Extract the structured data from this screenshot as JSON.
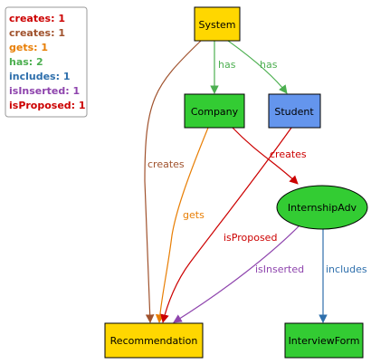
{
  "legend": {
    "items": [
      {
        "text": "creates: 1",
        "color": "#cc0000"
      },
      {
        "text": "creates: 1",
        "color": "#a0522d"
      },
      {
        "text": "gets: 1",
        "color": "#e87e04"
      },
      {
        "text": "has: 2",
        "color": "#4caf50"
      },
      {
        "text": "includes: 1",
        "color": "#2e6fac"
      },
      {
        "text": "isInserted: 1",
        "color": "#8e44ad"
      },
      {
        "text": "isProposed: 1",
        "color": "#cc0000"
      }
    ]
  },
  "nodes": {
    "system": {
      "label": "System",
      "fill": "#ffd700"
    },
    "company": {
      "label": "Company",
      "fill": "#33cc33"
    },
    "student": {
      "label": "Student",
      "fill": "#6495ed"
    },
    "internshipadv": {
      "label": "InternshipAdv",
      "fill": "#33cc33"
    },
    "recommendation": {
      "label": "Recommendation",
      "fill": "#ffd700"
    },
    "interviewform": {
      "label": "InterviewForm",
      "fill": "#33cc33"
    }
  },
  "edges": {
    "system_company": {
      "label": "has",
      "color": "#4caf50"
    },
    "system_student": {
      "label": "has",
      "color": "#4caf50"
    },
    "system_recommendation": {
      "label": "creates",
      "color": "#a0522d"
    },
    "company_recommendation": {
      "label": "gets",
      "color": "#e87e04"
    },
    "company_internshipadv": {
      "label": "creates",
      "color": "#cc0000"
    },
    "student_recommendation": {
      "label": "isProposed",
      "color": "#cc0000"
    },
    "internshipadv_recommendation": {
      "label": "isInserted",
      "color": "#8e44ad"
    },
    "internshipadv_interviewform": {
      "label": "includes",
      "color": "#2e6fac"
    }
  }
}
